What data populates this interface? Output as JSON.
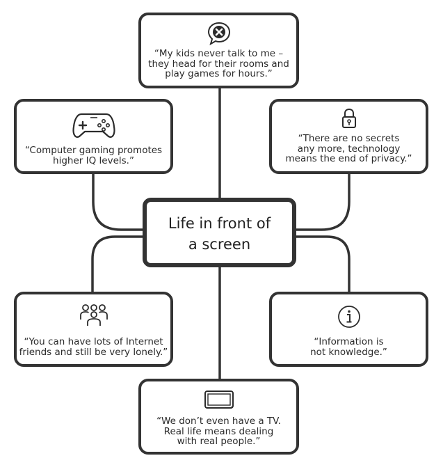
{
  "center": {
    "line1": "Life in front of",
    "line2": "a screen"
  },
  "nodes": {
    "top": {
      "icon": "chat-x-icon",
      "lines": [
        "“My kids never talk to me –",
        "they head for their rooms and",
        "play games for hours.”"
      ]
    },
    "top_left": {
      "icon": "gamepad-icon",
      "lines": [
        "“Computer gaming promotes",
        "higher IQ levels.”"
      ]
    },
    "top_right": {
      "icon": "padlock-icon",
      "lines": [
        "“There are no secrets",
        "any more, technology",
        "means the end of privacy.”"
      ]
    },
    "bottom_left": {
      "icon": "people-icon",
      "lines": [
        "“You can have lots of Internet",
        "friends and still be very lonely.”"
      ]
    },
    "bottom_right": {
      "icon": "info-icon",
      "lines": [
        "“Information is",
        "not knowledge.”"
      ]
    },
    "bottom": {
      "icon": "tv-screen-icon",
      "lines": [
        "“We don’t even have a TV.",
        "Real life means dealing",
        "with real people.”"
      ]
    }
  },
  "colors": {
    "stroke": "#333333",
    "text": "#2b2b2b",
    "background": "#ffffff"
  }
}
